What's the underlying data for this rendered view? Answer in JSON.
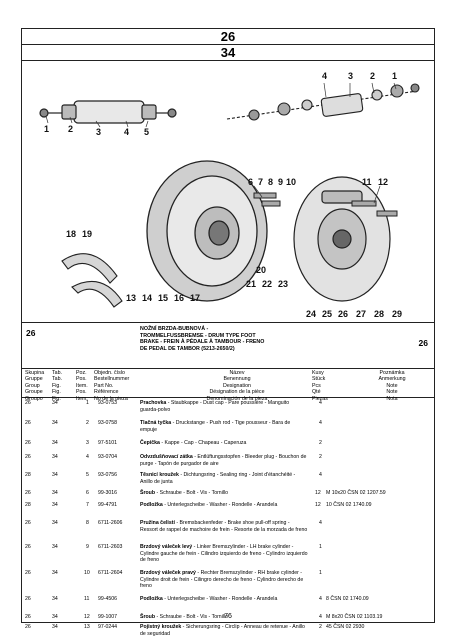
{
  "header": {
    "page_group": "26",
    "page_sub": "34"
  },
  "drawing": {
    "callouts": [
      "1",
      "2",
      "3",
      "4",
      "5",
      "4",
      "3",
      "2",
      "1",
      "6",
      "7",
      "8",
      "9",
      "10",
      "11",
      "12",
      "18",
      "19",
      "13",
      "14",
      "15",
      "16",
      "17",
      "21",
      "22",
      "23",
      "24",
      "25",
      "26",
      "27",
      "28",
      "29",
      "20"
    ]
  },
  "section": {
    "number": "26",
    "title_lines": [
      "NOŽNÍ BRZDA-BUBNOVÁ -",
      "TROMMELFUSSBREMSE - DRUM TYPE FOOT",
      "BRAKE - FREIN À PÉDALE À TAMBOUR - FRENO",
      "DE PEDAL DE TAMBOR  (5213-2650/2)"
    ]
  },
  "columns": {
    "skupina": [
      "Skupina",
      "Gruppe",
      "Group",
      "Groupe",
      "Groupo"
    ],
    "tab": [
      "Tab.",
      "Tab.",
      "Fig.",
      "Fig.",
      "Fig."
    ],
    "poz": [
      "Poz.",
      "Pos.",
      "Item.",
      "Pos.",
      "Item."
    ],
    "cislo": [
      "Objedn. číslo",
      "Bestellnummer",
      "Part No.",
      "Référence",
      "No de la pieza"
    ],
    "nazev": [
      "Název",
      "Benennung",
      "Designation",
      "Désignation de la pièce",
      "Denominación de la pieza"
    ],
    "kusy": [
      "Kusy",
      "Stück",
      "Pcs",
      "Qté",
      "Piezas"
    ],
    "poznamka": [
      "Poznámka",
      "Anmerkung",
      "Note",
      "Note",
      "Nota"
    ]
  },
  "rows": [
    {
      "grp": "26",
      "tab": "34",
      "pos": "1",
      "part": "93-0753",
      "bold": "Prachovka",
      "desc": " - Staubkappe - Dust cap - Pare poussière - Manguito guarda-polvo",
      "qty": "4",
      "note": ""
    },
    {
      "grp": "26",
      "tab": "34",
      "pos": "2",
      "part": "93-0758",
      "bold": "Tlačná tyčka",
      "desc": " - Druckstange - Push rod - Tige pousseur - Bara de empuje",
      "qty": "4",
      "note": ""
    },
    {
      "grp": "26",
      "tab": "34",
      "pos": "3",
      "part": "97-5101",
      "bold": "Čepička",
      "desc": " - Kappe - Cap - Chapeau - Caperuza",
      "qty": "2",
      "note": ""
    },
    {
      "grp": "26",
      "tab": "34",
      "pos": "4",
      "part": "93-0704",
      "bold": "Odvzdušňovací zátka",
      "desc": " - Entlüftungsstopfen - Bleeder plug - Bouchon de purge - Tapón de purgador de aire",
      "qty": "2",
      "note": ""
    },
    {
      "grp": "28",
      "tab": "34",
      "pos": "5",
      "part": "93-0756",
      "bold": "Těsnicí kroužek",
      "desc": " - Dichtungsring - Sealing ring - Joint d'étanchéité - Anillo de junta",
      "qty": "4",
      "note": ""
    },
    {
      "grp": "26",
      "tab": "34",
      "pos": "6",
      "part": "99-3016",
      "bold": "Šroub",
      "desc": " - Schraube - Bolt - Vis - Tornillo",
      "qty": "12",
      "note": "M 10x20 ČSN 02 1207.59"
    },
    {
      "grp": "28",
      "tab": "34",
      "pos": "7",
      "part": "99-4791",
      "bold": "Podložka",
      "desc": " - Unterlegscheibe - Washer - Rondelle - Arandela",
      "qty": "12",
      "note": "10 ČSN 02 1740.09"
    },
    {
      "grp": "26",
      "tab": "34",
      "pos": "8",
      "part": "6711-2606",
      "bold": "Pružina čelistí",
      "desc": " - Bremsbackenfeder - Brake shoe pull-off spring - Ressort de rappel de machoire de frein - Resorte de la morzada de freno",
      "qty": "4",
      "note": ""
    },
    {
      "grp": "26",
      "tab": "34",
      "pos": "9",
      "part": "6711-2603",
      "bold": "Brzdový váleček levý",
      "desc": " - Linker Bremszylinder - LH brake cylinder - Cylindre gauche de frein - Cilindro izquierdo de freno - Cylindro izquierdo de freno",
      "qty": "1",
      "note": ""
    },
    {
      "grp": "26",
      "tab": "34",
      "pos": "10",
      "part": "6711-2604",
      "bold": "Brzdový váleček pravý",
      "desc": " - Rechter Bremszylinder - RH brake cylinder - Cylindre droit de frein - Cilingro derecho de freno - Cylindro derecho de freno",
      "qty": "1",
      "note": ""
    },
    {
      "grp": "26",
      "tab": "34",
      "pos": "11",
      "part": "99-4506",
      "bold": "Podložka",
      "desc": " - Unterlegscheibe - Washer - Rondelle - Arandela",
      "qty": "4",
      "note": "8 ČSN 02 1740.09"
    },
    {
      "grp": "26",
      "tab": "34",
      "pos": "12",
      "part": "99-1007",
      "bold": "Šroub",
      "desc": " -  Schraube - Bolt - Vis - Tornillo",
      "qty": "4",
      "note": "M 8x20 ČSN 02 1103.19"
    },
    {
      "grp": "26",
      "tab": "34",
      "pos": "13",
      "part": "97-0244",
      "bold": "Pojistný kroužek",
      "desc": " - Sicherungsring - Circlip - Anneau de retenue - Anillo de seguridad",
      "qty": "2",
      "note": "45 ČSN 02 2930"
    }
  ],
  "footer": {
    "page_number": "76"
  }
}
